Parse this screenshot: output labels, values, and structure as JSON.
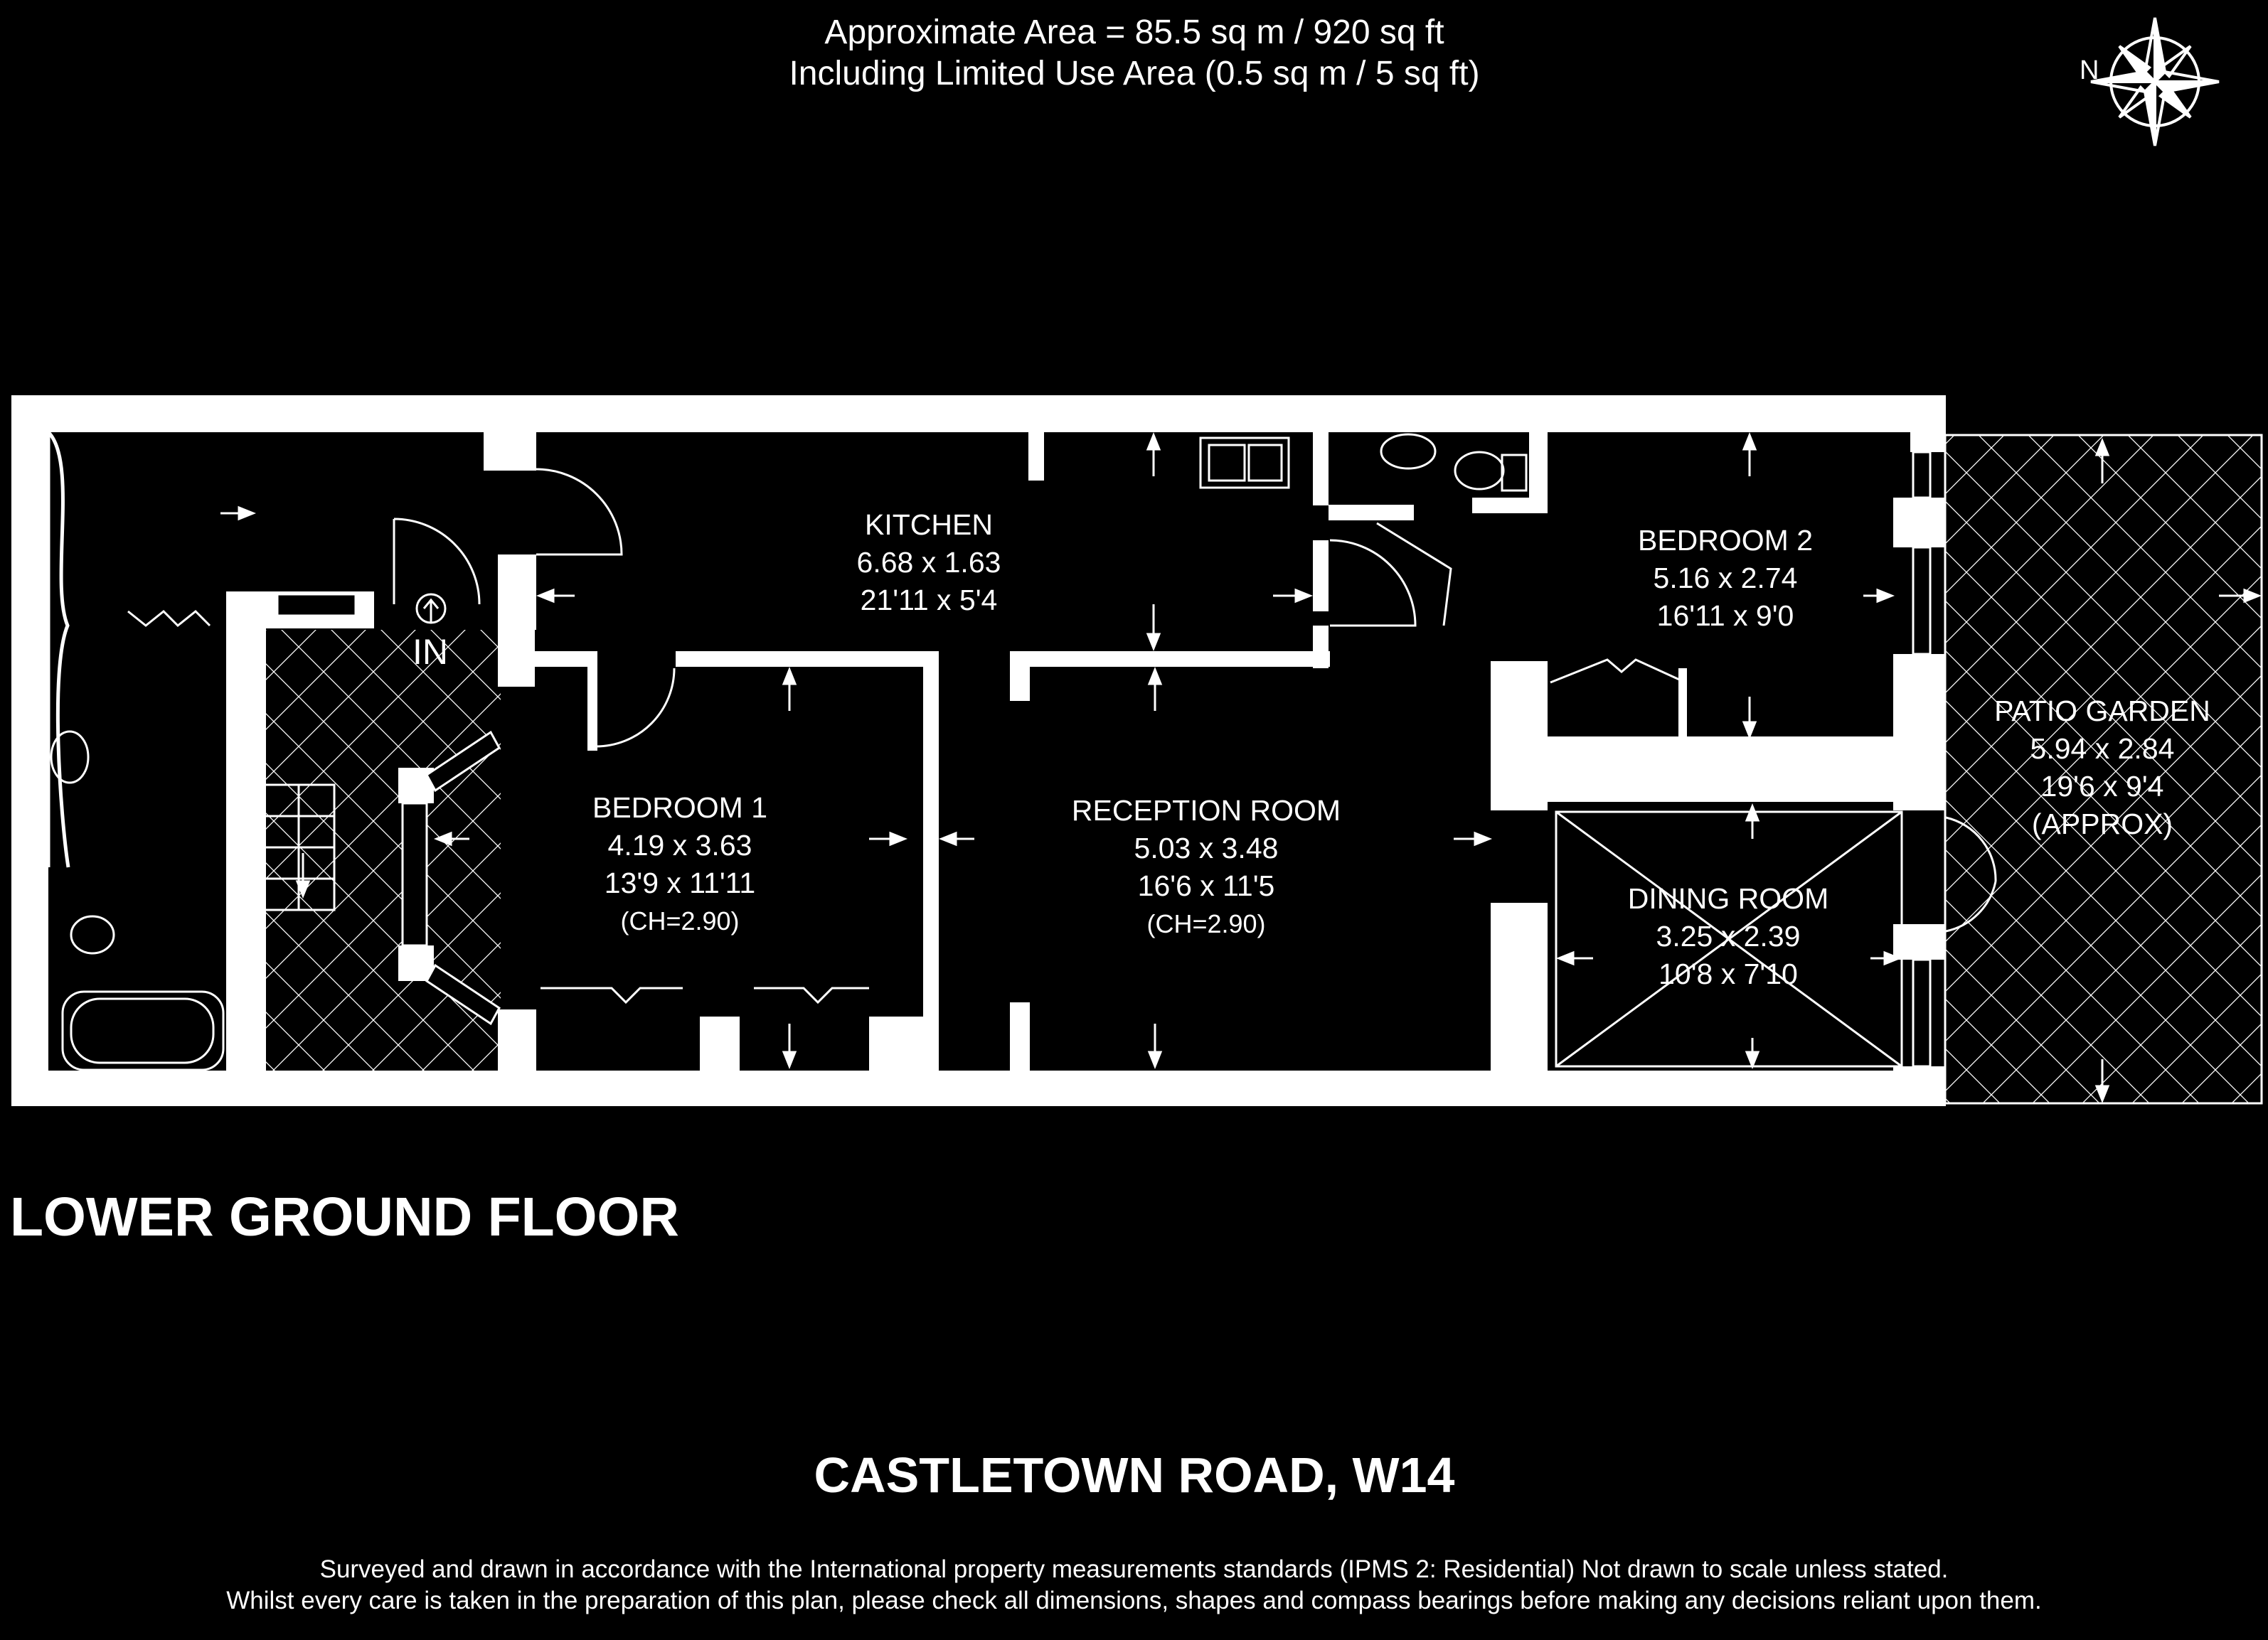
{
  "header": {
    "area_line": "Approximate Area = 85.5 sq m / 920 sq ft",
    "limited_use_line": "Including Limited Use Area (0.5 sq m / 5 sq ft)"
  },
  "compass": {
    "label": "N"
  },
  "entrance": {
    "label": "IN"
  },
  "rooms": {
    "kitchen": {
      "name": "KITCHEN",
      "metric": "6.68 x 1.63",
      "imperial": "21'11 x 5'4"
    },
    "bedroom2": {
      "name": "BEDROOM 2",
      "metric": "5.16 x 2.74",
      "imperial": "16'11 x 9'0"
    },
    "patio": {
      "name": "PATIO GARDEN",
      "metric": "5.94 x 2.84",
      "imperial": "19'6 x 9'4",
      "note": "(APPROX)"
    },
    "bedroom1": {
      "name": "BEDROOM 1",
      "metric": "4.19 x 3.63",
      "imperial": "13'9 x 11'11",
      "ceiling": "(CH=2.90)"
    },
    "reception": {
      "name": "RECEPTION ROOM",
      "metric": "5.03 x 3.48",
      "imperial": "16'6 x 11'5",
      "ceiling": "(CH=2.90)"
    },
    "dining": {
      "name": "DINING ROOM",
      "metric": "3.25 x 2.39",
      "imperial": "10'8 x 7'10"
    }
  },
  "floor_label": "LOWER GROUND FLOOR",
  "address": "CASTLETOWN ROAD, W14",
  "footer": {
    "line1": "Surveyed and drawn in accordance with the International property measurements standards (IPMS 2: Residential) Not drawn to scale unless stated.",
    "line2": "Whilst every care is taken in the preparation of this plan, please check all dimensions, shapes and compass bearings before making any decisions reliant upon them."
  },
  "colors": {
    "background": "#000000",
    "walls": "#ffffff",
    "lines": "#ffffff"
  }
}
